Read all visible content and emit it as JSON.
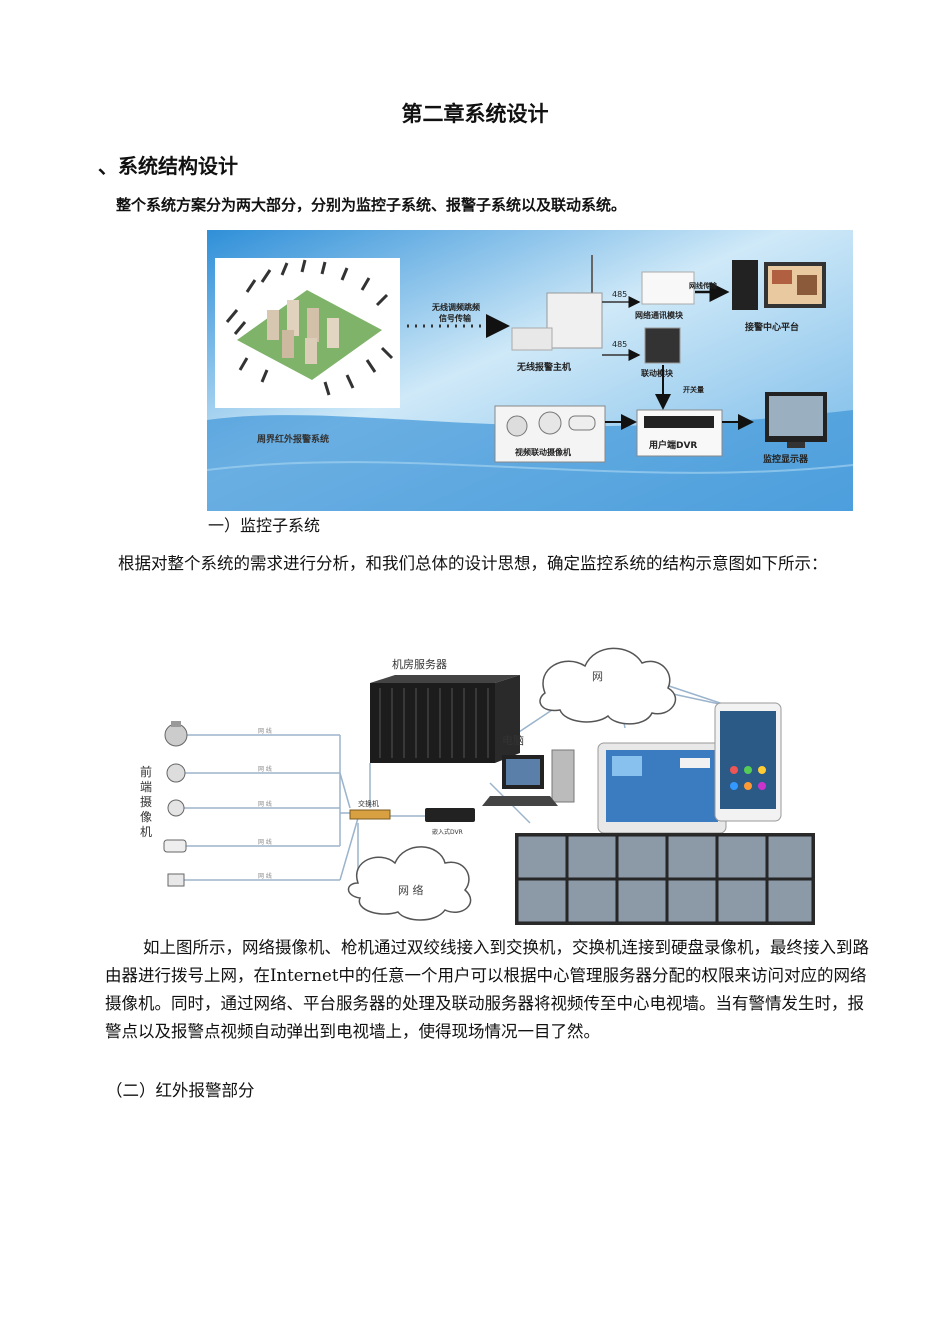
{
  "chapter_title": "第二章系统设计",
  "section_title": "、系统结构设计",
  "intro_text": "整个系统方案分为两大部分，分别为监控子系统、报警子系统以及联动系统。",
  "figure1": {
    "label_wireless_signal_1": "无线调频跳频",
    "label_wireless_signal_2": "信号传输",
    "label_485_top": "485",
    "label_485_bottom": "485",
    "label_network_transmission": "网线传输",
    "label_network_module": "网络通讯模块",
    "label_alarm_center": "接警中心平台",
    "label_wireless_host": "无线报警主机",
    "label_linkage_module": "联动模块",
    "label_switch_qty": "开关量",
    "label_perimeter": "周界红外报警系统",
    "label_camera": "视频联动摄像机",
    "label_dvr": "用户端DVR",
    "label_monitor": "监控显示器"
  },
  "subsection1": "一）监控子系统",
  "paragraph1": "根据对整个系统的需求进行分析，和我们总体的设计思想，确定监控系统的结构示意图如下所示：",
  "figure2": {
    "label_server": "机房服务器",
    "label_cloud_top": "网",
    "label_pc": "电脑",
    "label_front_cameras": [
      "前",
      "端",
      "摄",
      "像",
      "机"
    ],
    "label_switch": "交换机",
    "label_dvr": "嵌入式DVR",
    "label_cloud_bottom": "网 络",
    "line_labels": [
      "网 线",
      "网 线",
      "网 线",
      "网 线",
      "网 线"
    ]
  },
  "paragraph2": "如上图所示，网络摄像机、枪机通过双绞线接入到交换机，交换机连接到硬盘录像机，最终接入到路由器进行拨号上网，在Internet中的任意一个用户可以根据中心管理服务器分配的权限来访问对应的网络摄像机。同时，通过网络、平台服务器的处理及联动服务器将视频传至中心电视墙。当有警情发生时，报警点以及报警点视频自动弹出到电视墙上，使得现场情况一目了然。",
  "subsection2": "（二）红外报警部分"
}
